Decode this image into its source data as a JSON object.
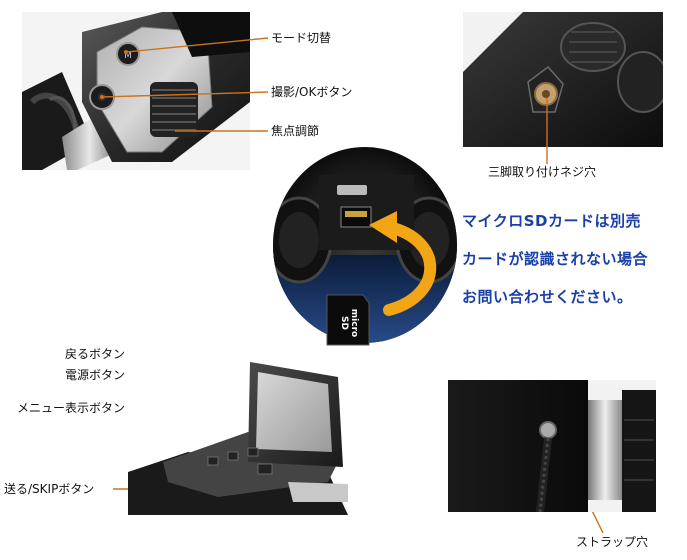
{
  "top_left": {
    "labels": [
      "モード切替",
      "撮影/OKボタン",
      "焦点調節"
    ]
  },
  "top_right": {
    "label": "三脚取り付けネジ穴"
  },
  "center": {
    "card_text": "micro SD",
    "notice_lines": [
      "マイクロSDカードは別売",
      "カードが認識されない場合",
      "お問い合わせください。"
    ]
  },
  "bottom_left": {
    "labels": [
      "戻るボタン",
      "電源ボタン",
      "メニュー表示ボタン",
      "送る/SKIPボタン"
    ]
  },
  "bottom_right": {
    "label": "ストラップ穴"
  },
  "colors": {
    "leader": "#c9731f",
    "notice": "#1a3fa8",
    "arrow": "#f2a515"
  }
}
